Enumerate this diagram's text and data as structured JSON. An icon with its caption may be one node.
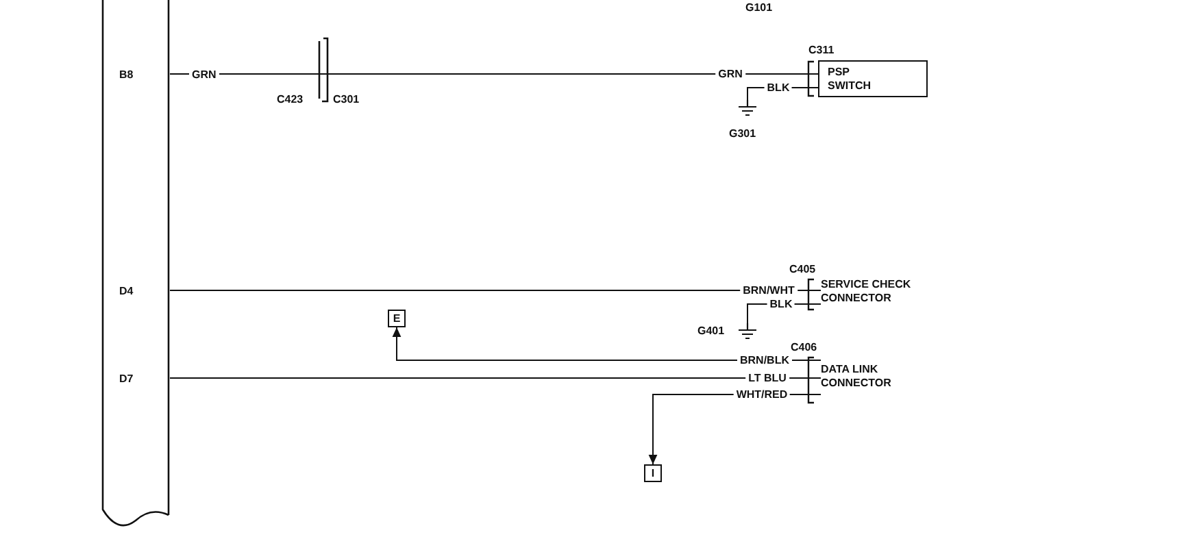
{
  "diagram": {
    "nodes": [
      {
        "text": [],
        "shape": "box"
      },
      {
        "text": [
          "PSP SWITCH"
        ],
        "beside": [
          "C311"
        ]
      },
      {
        "text": [],
        "shape": "ground",
        "beside": [
          "G301"
        ]
      },
      {
        "text": [
          "SERVICE CHECK CONNECTOR"
        ],
        "beside": [
          "C405"
        ]
      },
      {
        "text": [
          "E"
        ]
      },
      {
        "text": [],
        "shape": "ground",
        "beside": [
          "G401"
        ]
      },
      {
        "text": [
          "DATA LINK CONNECTOR"
        ],
        "beside": [
          "C406"
        ]
      },
      {
        "text": [
          "I"
        ]
      }
    ],
    "edges": [
      {
        "from": 0,
        "to": 1,
        "arrow": "none",
        "label": "GRN"
      },
      {
        "from": 2,
        "to": 1,
        "arrow": "none",
        "label": "BLK"
      },
      {
        "from": 0,
        "to": 3,
        "arrow": "none",
        "label": "BRN/WHT"
      },
      {
        "from": 5,
        "to": 3,
        "arrow": "none",
        "label": "BLK"
      },
      {
        "from": 6,
        "to": 4,
        "arrow": "to",
        "label": "BRN/BLK"
      },
      {
        "from": 0,
        "to": 6,
        "arrow": "none",
        "label": "LT BLU"
      },
      {
        "from": 6,
        "to": 7,
        "arrow": "to",
        "label": "WHT/RED"
      }
    ],
    "labels": [
      "G101",
      "B8",
      "GRN",
      "C423",
      "C301",
      "D4",
      "D7"
    ]
  }
}
